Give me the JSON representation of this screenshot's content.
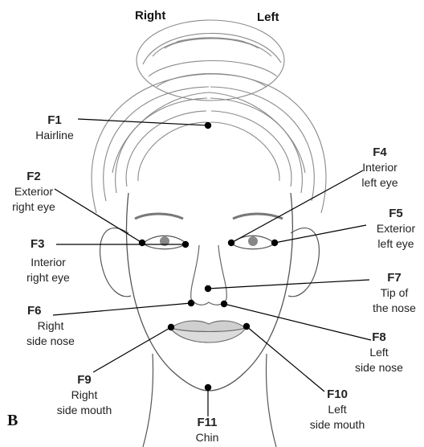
{
  "header": {
    "right_label": "Right",
    "left_label": "Left"
  },
  "panel_letter": "B",
  "points": [
    {
      "code": "F1",
      "label": "Hairline"
    },
    {
      "code": "F2",
      "label": "Exterior\nright eye"
    },
    {
      "code": "F3",
      "label": "Interior\nright eye"
    },
    {
      "code": "F4",
      "label": "Interior\nleft eye"
    },
    {
      "code": "F5",
      "label": "Exterior\nleft eye"
    },
    {
      "code": "F6",
      "label": "Right\nside nose"
    },
    {
      "code": "F7",
      "label": "Tip of\nthe nose"
    },
    {
      "code": "F8",
      "label": "Left\nside nose"
    },
    {
      "code": "F9",
      "label": "Right\nside mouth"
    },
    {
      "code": "F10",
      "label": "Left\nside mouth"
    },
    {
      "code": "F11",
      "label": "Chin"
    }
  ],
  "colors": {
    "marker": "#000000",
    "leader": "#000000",
    "sketch": "#8a8a8a",
    "sketch_dark": "#555555"
  }
}
